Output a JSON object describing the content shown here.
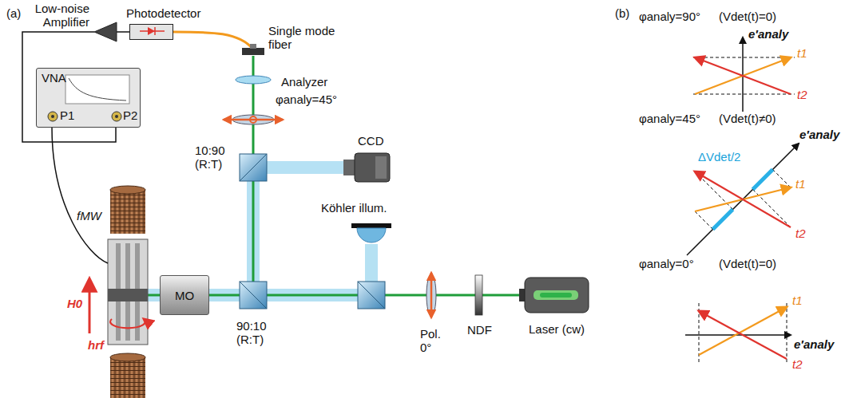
{
  "diagram": {
    "nodes": [
      {
        "text": [
          "Low-noise Amplifier"
        ]
      },
      {
        "text": [
          "Photodetector"
        ]
      },
      {
        "text": [
          "VNA",
          "P1",
          "P2"
        ]
      },
      {
        "text": [
          "MO"
        ]
      }
    ],
    "edges": [
      {
        "from": 1,
        "to": 0,
        "arrow": "none"
      },
      {
        "from": 0,
        "to": 2,
        "arrow": "none"
      }
    ],
    "labels": [
      "(a)",
      "Single mode fiber",
      "Analyzer",
      "φanaly=45°",
      "10:90 (R:T)",
      "CCD",
      "Köhler illum.",
      "fMW",
      "H0",
      "hrf",
      "90:10 (R:T)",
      "Pol. 0°",
      "NDF",
      "Laser (cw)",
      "(b)",
      "φanaly=90°",
      "(Vdet(t)=0)",
      "e′analy",
      "t1",
      "t2",
      "φanaly=45°",
      "(Vdet(t)≠0)",
      "ΔVdet/2",
      "e′analy",
      "t1",
      "t2",
      "φanaly=0°",
      "(Vdet(t)=0)",
      "e′analy",
      "t1",
      "t2"
    ]
  }
}
